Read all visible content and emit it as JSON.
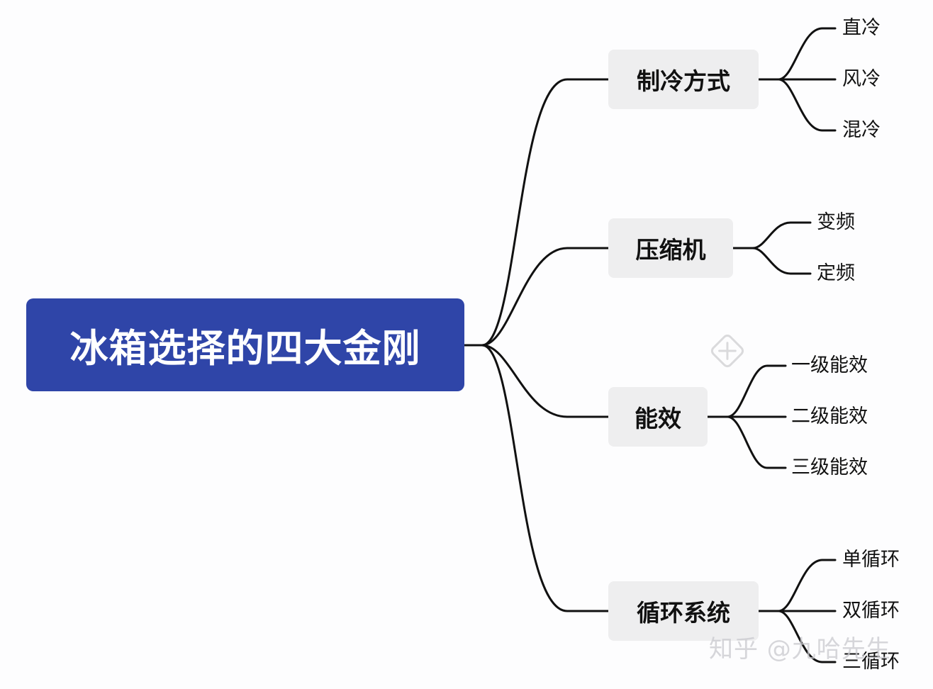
{
  "root": {
    "label": "冰箱选择的四大金刚"
  },
  "branches": [
    {
      "label": "制冷方式",
      "children": [
        "直冷",
        "风冷",
        "混冷"
      ]
    },
    {
      "label": "压缩机",
      "children": [
        "变频",
        "定频"
      ]
    },
    {
      "label": "能效",
      "children": [
        "一级能效",
        "二级能效",
        "三级能效"
      ]
    },
    {
      "label": "循环系统",
      "children": [
        "单循环",
        "双循环",
        "三循环"
      ]
    }
  ],
  "watermark": {
    "text": "知乎 @九哈先生"
  },
  "colors": {
    "root_fill": "#2f45a8",
    "branch_fill": "#eeeeef",
    "line": "#111111",
    "text": "#111111"
  },
  "icons": {
    "watermark_logo": "xmind-logo-icon"
  }
}
